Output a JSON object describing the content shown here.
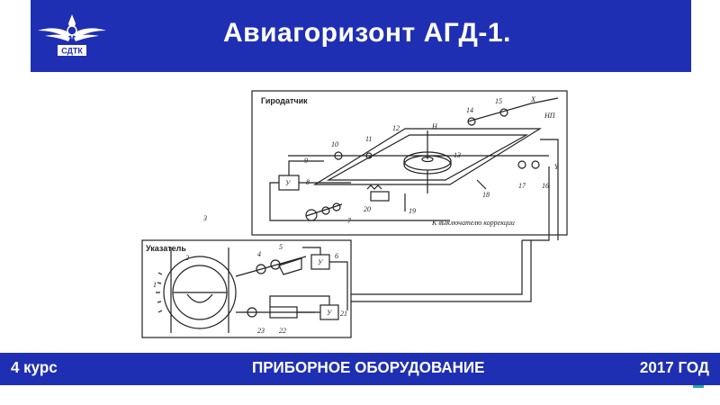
{
  "header": {
    "title": "Авиагоризонт АГД-1.",
    "logo_text": "СДТК"
  },
  "diagram": {
    "labels": {
      "gyro_sensor": "Гиродатчик",
      "indicator": "Указатель",
      "correction_off": "К выключателю коррекции",
      "x": "X",
      "np": "НП",
      "y": "Y",
      "h": "Н",
      "amp": "У"
    },
    "numbers": [
      "1",
      "2",
      "3",
      "4",
      "5",
      "6",
      "7",
      "8",
      "9",
      "10",
      "11",
      "12",
      "13",
      "14",
      "15",
      "16",
      "17",
      "18",
      "19",
      "20",
      "21",
      "22",
      "23"
    ]
  },
  "footer": {
    "left": "4 курс",
    "center": "ПРИБОРНОЕ ОБОРУДОВАНИЕ",
    "right": "2017 ГОД"
  },
  "colors": {
    "brand_blue": "#1f2fb3",
    "text_white": "#ffffff",
    "line": "#222222"
  }
}
